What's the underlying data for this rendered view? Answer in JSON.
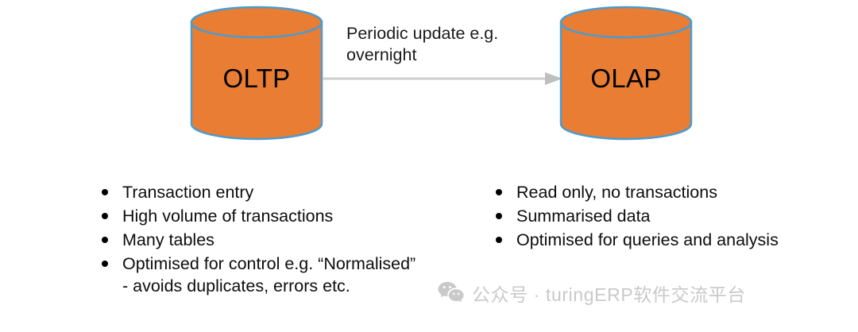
{
  "diagram": {
    "type": "oltp-olap-comparison",
    "background_color": "#ffffff",
    "nodes": [
      {
        "id": "oltp",
        "label": "OLTP",
        "shape": "cylinder",
        "fill_color": "#E87D33",
        "stroke_color": "#4C9BCE"
      },
      {
        "id": "olap",
        "label": "OLAP",
        "shape": "cylinder",
        "fill_color": "#E87D33",
        "stroke_color": "#4C9BCE"
      }
    ],
    "connector": {
      "from": "oltp",
      "to": "olap",
      "caption": "Periodic update e.g. overnight",
      "line_color": "#CFCFCF",
      "arrowhead_color": "#BFBFBF"
    },
    "oltp_bullets": [
      "Transaction entry",
      "High volume of transactions",
      "Many tables",
      "Optimised for control e.g. “Normalised” - avoids duplicates, errors etc."
    ],
    "olap_bullets": [
      "Read only, no transactions",
      "Summarised data",
      "Optimised for queries and analysis"
    ]
  },
  "watermark": {
    "icon": "wechat-icon",
    "text": "公众号 · turingERP软件交流平台",
    "color": "#c9c9c9"
  }
}
